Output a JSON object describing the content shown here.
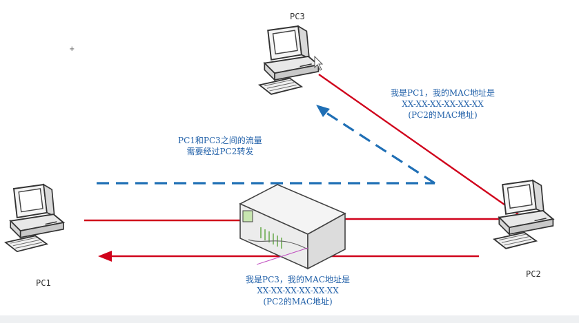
{
  "nodes": {
    "pc1": "PC1",
    "pc2": "PC2",
    "pc3": "PC3"
  },
  "annotations": {
    "traffic_line1": "PC1和PC3之间的流量",
    "traffic_line2": "需要经过PC2转发",
    "pc1_claim_line1": "我是PC1，我的MAC地址是",
    "pc1_claim_line2": "XX-XX-XX-XX-XX-XX",
    "pc1_claim_line3": "(PC2的MAC地址)",
    "pc3_claim_line1": "我是PC3，我的MAC地址是",
    "pc3_claim_line2": "XX-XX-XX-XX-XX-XX",
    "pc3_claim_line3": "(PC2的MAC地址)"
  },
  "colors": {
    "link": "#d0021b",
    "dashed_flow": "#1f6fb5",
    "note_text": "#1f5fa8"
  }
}
